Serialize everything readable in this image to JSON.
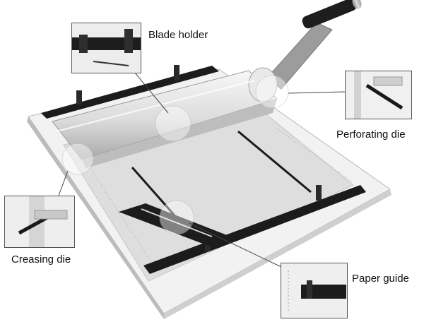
{
  "labels": {
    "blade_holder": "Blade holder",
    "perforating_die": "Perforating die",
    "creasing_die": "Creasing die",
    "paper_guide": "Paper guide"
  },
  "colors": {
    "base": "#e9e9e9",
    "bar": "#1e1e1e",
    "roller": "#d9d9d9",
    "leader": "#444444"
  }
}
